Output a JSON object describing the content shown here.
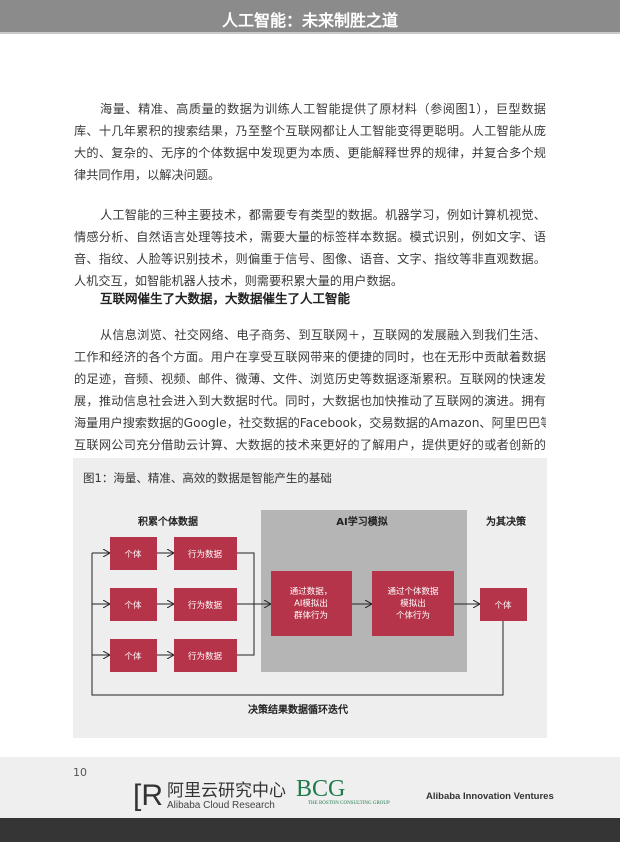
{
  "header": {
    "title": "人工智能：未来制胜之道"
  },
  "para1": [
    "海量、精准、高质量的数据为训练人工智能提供了原材料（参阅图1），巨型数据",
    "库、十几年累积的搜索结果，乃至整个互联网都让人工智能变得更聪明。人工智能从庞",
    "大的、复杂的、无序的个体数据中发现更为本质、更能解释世界的规律，并复合多个规",
    "律共同作用，以解决问题。"
  ],
  "para2": [
    "人工智能的三种主要技术，都需要专有类型的数据。机器学习，例如计算机视觉、",
    "情感分析、自然语言处理等技术，需要大量的标签样本数据。模式识别，例如文字、语",
    "音、指纹、人脸等识别技术，则偏重于信号、图像、语音、文字、指纹等非直观数据。",
    "人机交互，如智能机器人技术，则需要积累大量的用户数据。"
  ],
  "heading": "互联网催生了大数据，大数据催生了人工智能",
  "para3": [
    "从信息浏览、社交网络、电子商务、到互联网＋，互联网的发展融入到我们生活、",
    "工作和经济的各个方面。用户在享受互联网带来的便捷的同时，也在无形中贡献着数据",
    "的足迹，音频、视频、邮件、微薄、文件、浏览历史等数据逐渐累积。互联网的快速发",
    "展，推动信息社会进入到大数据时代。同时，大数据也加快推动了互联网的演进。拥有",
    "海量用户搜索数据的Google，社交数据的Facebook，交易数据的Amazon、阿里巴巴等",
    "互联网公司充分借助云计算、大数据的技术来更好的了解用户，提供更好的或者创新的"
  ],
  "figure": {
    "title": "图1：海量、精准、高效的数据是智能产生的基础",
    "section_left": "积累个体数据",
    "section_mid": "AI学习模拟",
    "section_right": "为其决策",
    "individual": "个体",
    "behavior": "行为数据",
    "box1": [
      "通过数据，",
      "AI模拟出",
      "群体行为"
    ],
    "box2": [
      "通过个体数据",
      "模拟出",
      "个体行为"
    ],
    "loop_label": "决策结果数据循环迭代",
    "colors": {
      "box": "#b5344a",
      "ai_area": "#b5b5b5",
      "background": "#eeeeee"
    }
  },
  "footer": {
    "page": "10",
    "alibaba_cn": "阿里云研究中心",
    "alibaba_en": "Alibaba Cloud Research",
    "bcg": "BCG",
    "bcg_sub": "THE BOSTON CONSULTING GROUP",
    "aiv": "Alibaba Innovation Ventures"
  }
}
